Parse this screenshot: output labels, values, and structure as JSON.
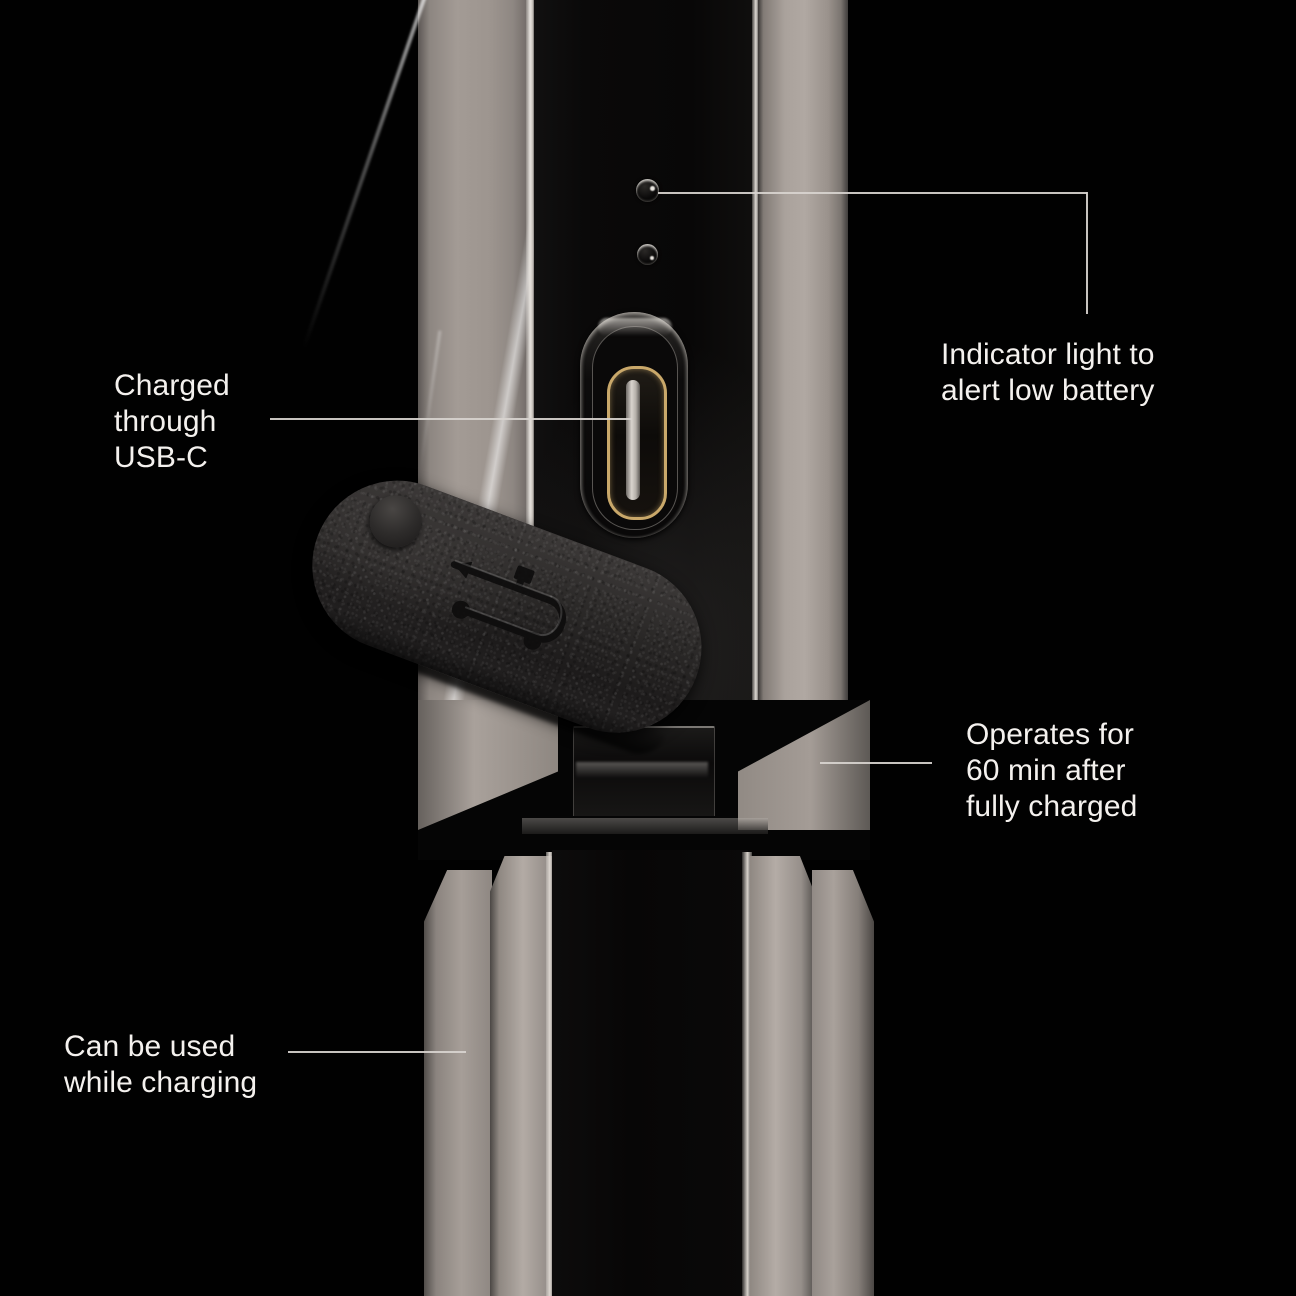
{
  "scene": {
    "title": "Cordless vacuum USB-C charging detail",
    "background_color": "#010101",
    "text_color": "#f4f1ee",
    "leader_line_color": "#d8d4cf"
  },
  "product": {
    "name": "handheld device body",
    "parts": [
      {
        "name": "upper-housing",
        "finish": "brushed metal"
      },
      {
        "name": "usb-c-port",
        "finish": "gold-plated contacts"
      },
      {
        "name": "rubber-port-cap",
        "finish": "textured black rubber"
      },
      {
        "name": "indicator-lights",
        "count": 2
      },
      {
        "name": "lower-housing",
        "finish": "brushed metal"
      }
    ]
  },
  "callouts": [
    {
      "id": "indicator-light",
      "text": "Indicator light to\nalert low battery",
      "anchor": "upper indicator light"
    },
    {
      "id": "usb-c",
      "text": "Charged\nthrough\nUSB-C",
      "anchor": "usb-c port"
    },
    {
      "id": "operates",
      "text": "Operates for\n60 min after\nfully charged",
      "anchor": "device body"
    },
    {
      "id": "charging",
      "text": "Can be used\nwhile charging",
      "anchor": "lower housing"
    }
  ],
  "icons": {
    "usb_logo": "usb-trident-icon"
  }
}
